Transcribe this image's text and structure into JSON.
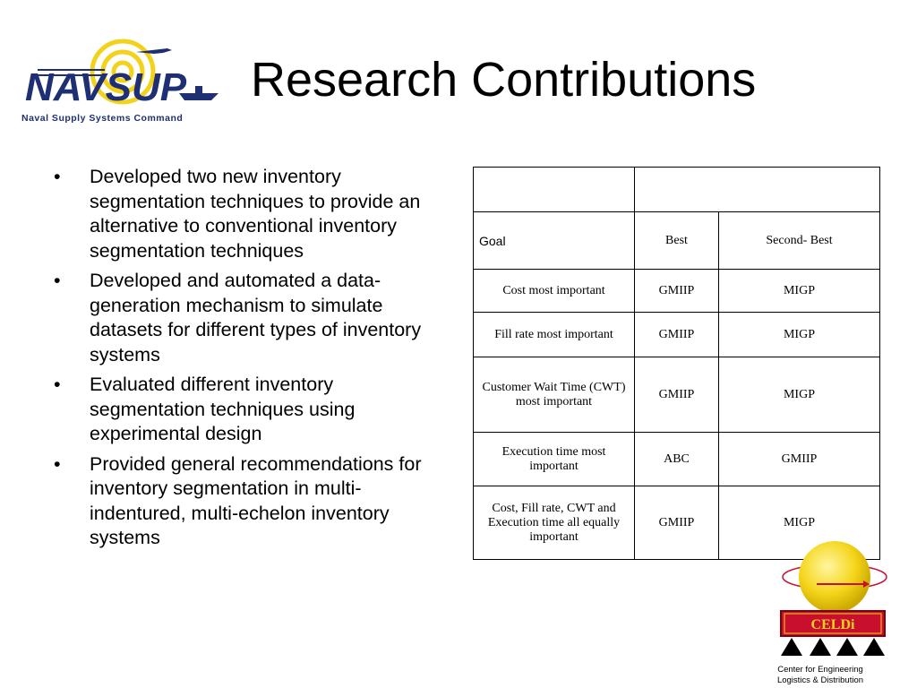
{
  "slide": {
    "title": "Research Contributions",
    "bullets": [
      "Developed two new inventory segmentation techniques to provide an alternative to conventional inventory segmentation techniques",
      "Developed and automated a data-generation mechanism to simulate datasets for different types of inventory systems",
      "Evaluated different inventory segmentation techniques using experimental design",
      "Provided general recommendations for inventory segmentation in multi-indentured, multi-echelon inventory systems"
    ],
    "bullet_symbol": "•"
  },
  "logos": {
    "navsup": {
      "wordmark": "NAVSUP",
      "subtitle": "Naval Supply Systems Command",
      "colors": {
        "navy": "#1f2f73",
        "gold": "#f3d21c"
      }
    },
    "celdi": {
      "wordmark": "CELDi",
      "caption_line1": "Center for Engineering",
      "caption_line2": "Logistics & Distribution",
      "colors": {
        "red": "#c8102e",
        "gold": "#f5d51a"
      }
    }
  },
  "table": {
    "goal_label": "Goal",
    "col_best": "Best",
    "col_second": "Second- Best",
    "rows": [
      {
        "criterion": "Cost most important",
        "best": "GMIIP",
        "second": "MIGP"
      },
      {
        "criterion": "Fill rate most important",
        "best": "GMIIP",
        "second": "MIGP"
      },
      {
        "criterion": "Customer Wait Time (CWT) most important",
        "best": "GMIIP",
        "second": "MIGP"
      },
      {
        "criterion": "Execution time most important",
        "best": "ABC",
        "second": "GMIIP"
      },
      {
        "criterion": "Cost, Fill rate, CWT and Execution time all equally important",
        "best": "GMIIP",
        "second": "MIGP"
      }
    ]
  }
}
